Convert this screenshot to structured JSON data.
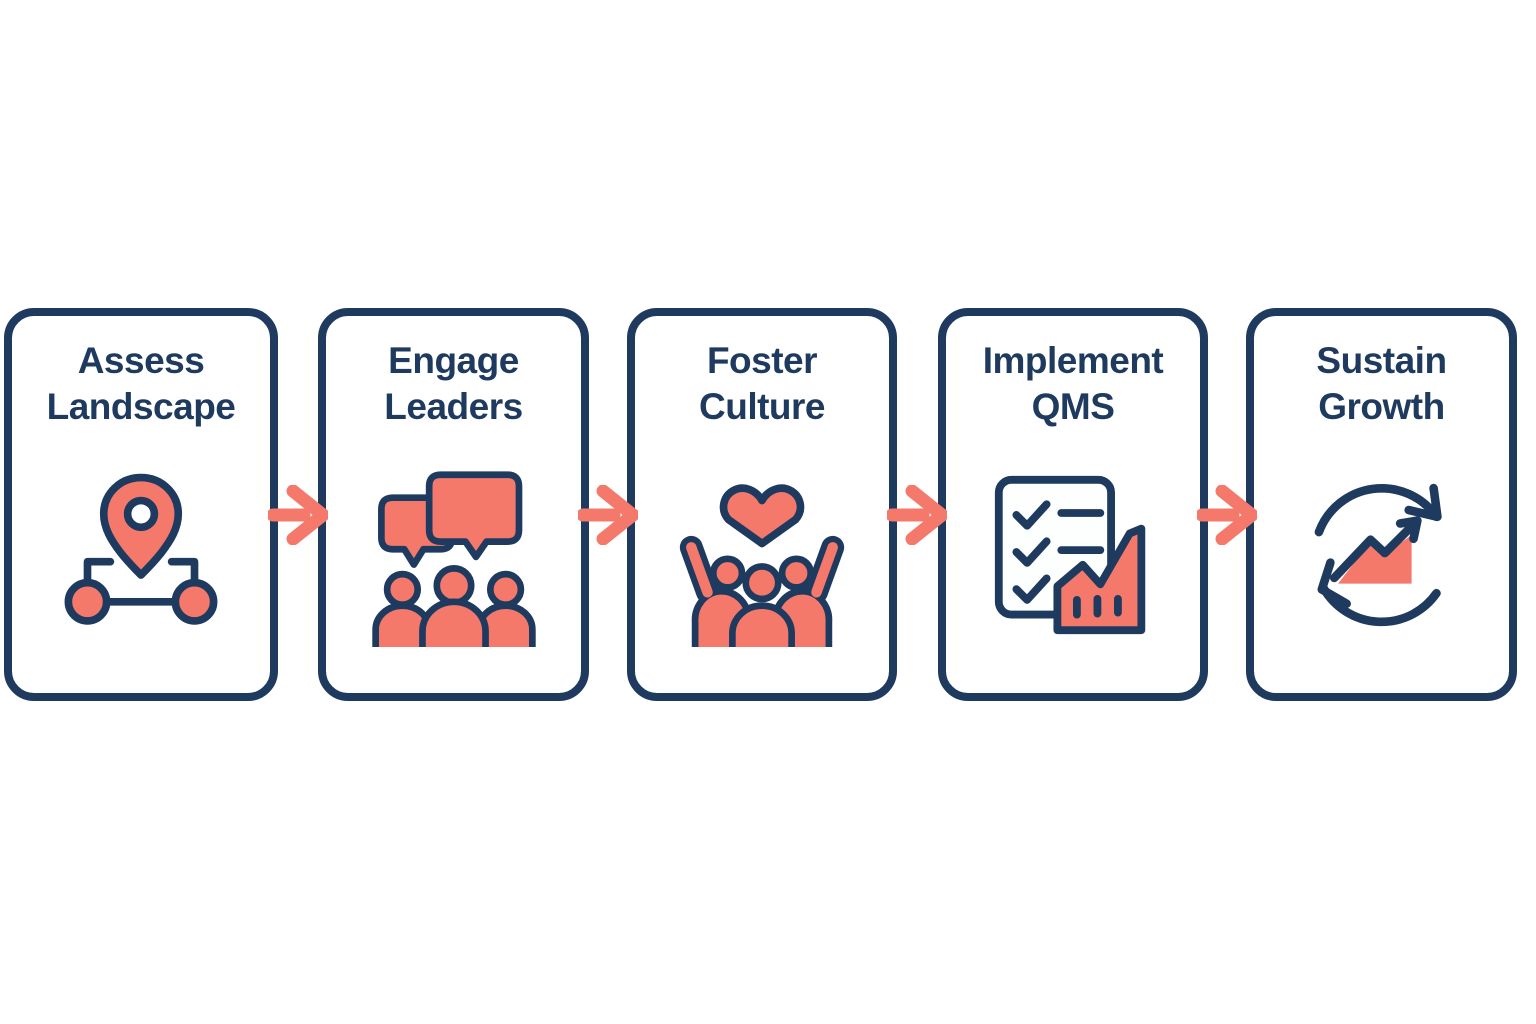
{
  "diagram": {
    "type": "horizontal-process-flow",
    "step_count": 5,
    "connector_count": 4,
    "connector_style": "right-arrow"
  },
  "colors": {
    "navy": "#1E3A5F",
    "coral": "#F4796B",
    "card-bg": "#FFFFFF",
    "page-bg": "#FFFFFF",
    "doc-bg": "#FDFEFE"
  },
  "steps": [
    {
      "title_line1": "Assess",
      "title_line2": "Landscape",
      "icon": "map-pin-network"
    },
    {
      "title_line1": "Engage",
      "title_line2": "Leaders",
      "icon": "speech-bubbles-group"
    },
    {
      "title_line1": "Foster",
      "title_line2": "Culture",
      "icon": "heart-over-people"
    },
    {
      "title_line1": "Implement",
      "title_line2": "QMS",
      "icon": "checklist-factory"
    },
    {
      "title_line1": "Sustain",
      "title_line2": "Growth",
      "icon": "cycle-growth-chart"
    }
  ]
}
